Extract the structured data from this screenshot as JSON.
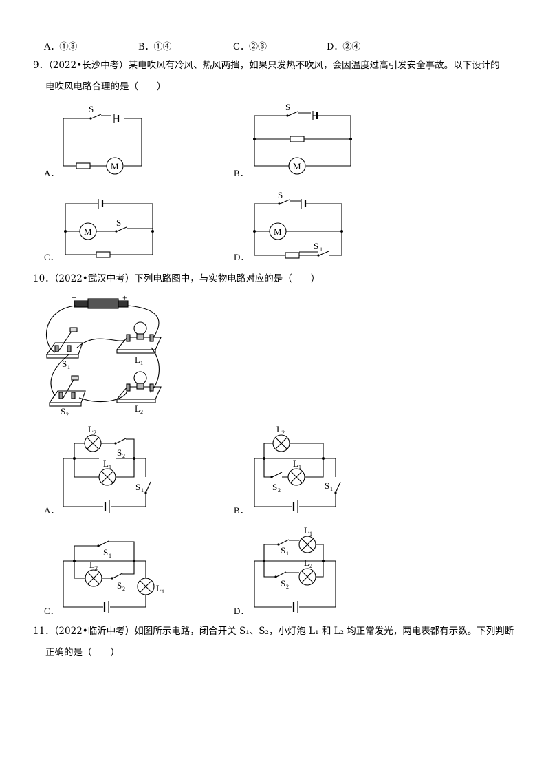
{
  "q8_options": [
    "A．①③",
    "B．①④",
    "C．②③",
    "D．②④"
  ],
  "q9": {
    "line1": "9．（2022•长沙中考）某电吹风有冷风、热风两挡，如果只发热不吹风，会因温度过高引发安全事故。以下设计的",
    "line2": "电吹风电路合理的是（　　）"
  },
  "q10": {
    "line1": "10．（2022•武汉中考）下列电路图中，与实物电路对应的是（　　）"
  },
  "q11": {
    "line1": "11．（2022•临沂中考）如图所示电路，闭合开关 S₁、S₂，小灯泡 L₁ 和 L₂ 均正常发光，两电表都有示数。下列判断",
    "line2": "正确的是（　　）"
  },
  "labels": {
    "A": "A．",
    "B": "B．",
    "C": "C．",
    "D": "D．",
    "S": "S",
    "M": "M",
    "L": "L",
    "s1": "1",
    "s2": "2",
    "plus": "+",
    "minus": "−"
  }
}
